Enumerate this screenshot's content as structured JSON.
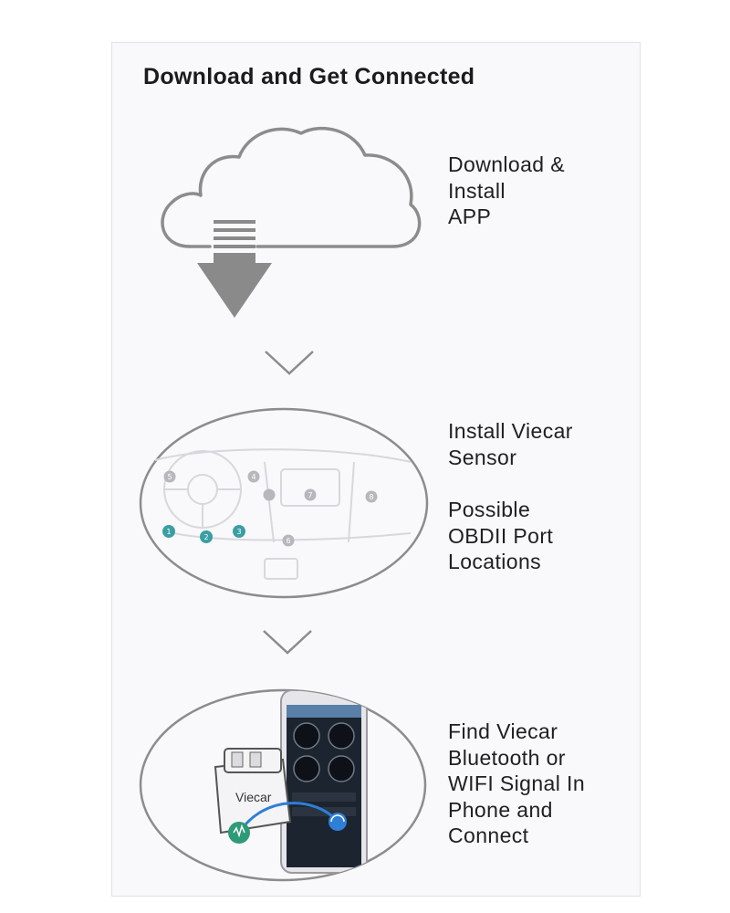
{
  "document": {
    "title": "Download and Get Connected"
  },
  "steps": [
    {
      "lines": [
        "Download &",
        "Install",
        "APP"
      ]
    },
    {
      "lines": [
        "Install Viecar",
        "Sensor"
      ]
    },
    {
      "lines": [
        "Possible",
        "OBDII Port",
        "Locations"
      ]
    },
    {
      "lines": [
        "Find Viecar",
        "Bluetooth or",
        "WIFI Signal In",
        "Phone and",
        "Connect"
      ]
    }
  ],
  "port_markers": [
    "1",
    "2",
    "3",
    "4",
    "5",
    "6",
    "7",
    "8"
  ],
  "device": {
    "brand": "Viecar"
  },
  "colors": {
    "outline": "#8c8c8c",
    "arrow": "#8a8a8a",
    "marker_teal": "#3a9ea3",
    "marker_grey": "#b8b8bc",
    "phone_screen": "#1c2430",
    "signal_blue": "#2e7fd6"
  }
}
